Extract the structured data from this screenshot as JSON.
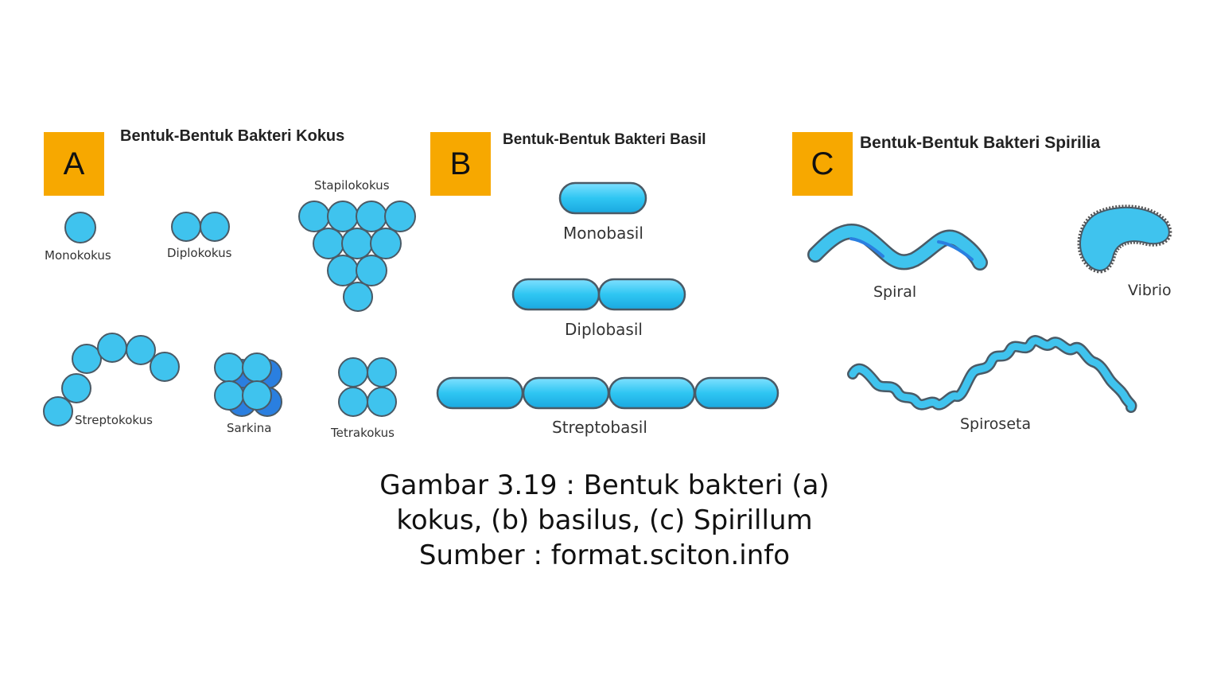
{
  "panels": [
    {
      "badge": "A",
      "title": "Bentuk-Bentuk Bakteri Kokus",
      "labels": [
        "Monokokus",
        "Diplokokus",
        "Stapilokokus",
        "Streptokokus",
        "Sarkina",
        "Tetrakokus"
      ]
    },
    {
      "badge": "B",
      "title": "Bentuk-Bentuk Bakteri Basil",
      "labels": [
        "Monobasil",
        "Diplobasil",
        "Streptobasil"
      ]
    },
    {
      "badge": "C",
      "title": "Bentuk-Bentuk Bakteri Spirilia",
      "labels": [
        "Spiral",
        "Vibrio",
        "Spiroseta"
      ]
    }
  ],
  "caption": {
    "line1": "Gambar 3.19 :  Bentuk bakteri (a)",
    "line2": "kokus, (b) basilus, (c) Spirillum",
    "line3": "Sumber : format.sciton.info"
  },
  "colors": {
    "badge": "#f7a800",
    "cell_fill": "#3fc3ee",
    "cell_stroke": "#4a5a66",
    "sarkina_back": "#2a7fe0"
  }
}
